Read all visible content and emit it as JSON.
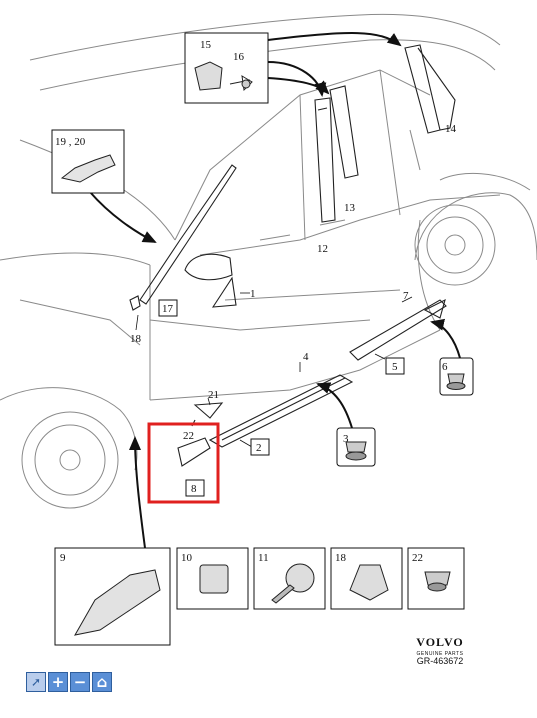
{
  "diagram": {
    "callouts": {
      "c1": "1",
      "c2": "2",
      "c3": "3",
      "c4": "4",
      "c5": "5",
      "c6": "6",
      "c7": "7",
      "c8": "8",
      "c9": "9",
      "c10": "10",
      "c11": "11",
      "c12": "12",
      "c13": "13",
      "c14": "14",
      "c15": "15",
      "c16": "16",
      "c17": "17",
      "c18": "18",
      "c1920": "19 , 20",
      "c21": "21",
      "c22": "22",
      "b9": "9",
      "b10": "10",
      "b11": "11",
      "b18": "18",
      "b22": "22"
    },
    "highlight_color": "#e0201f",
    "line_color": "#111111"
  },
  "brand": {
    "logo": "VOLVO",
    "tagline": "GENUINE PARTS"
  },
  "reference": "GR-463672",
  "toolbar": {
    "buttons": [
      {
        "icon": "pointer-icon",
        "glyph": "➚"
      },
      {
        "icon": "zoom-in-icon",
        "glyph": "+"
      },
      {
        "icon": "zoom-out-icon",
        "glyph": "−"
      },
      {
        "icon": "home-icon",
        "glyph": "⌂"
      }
    ]
  }
}
